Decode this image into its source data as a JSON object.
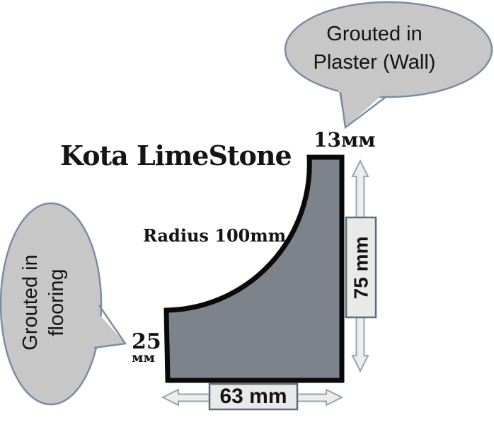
{
  "title": "Kota LimeStone",
  "diagram": {
    "radius_label": "Radius 100mm",
    "dimensions": {
      "top_width": "13мм",
      "left_height_value": "25",
      "left_height_unit": "мм",
      "bottom_width": "63 mm",
      "right_height": "75 mm"
    }
  },
  "callouts": {
    "wall": {
      "line1": "Grouted in",
      "line2": "Plaster (Wall)"
    },
    "flooring": {
      "line1": "Grouted in",
      "line2": "flooring"
    }
  },
  "colors": {
    "background": "#ffffff",
    "stone_fill": "#7e828a",
    "stone_outline": "#0a0a0a",
    "callout_fill": "#c7c7c8",
    "callout_border": "#7b8ea1",
    "arrow_fill": "#eceded",
    "arrow_border": "#97a4b0",
    "dim_box_fill": "#e8e9e9",
    "dim_box_border": "#5f6d79",
    "text": "#141414"
  }
}
